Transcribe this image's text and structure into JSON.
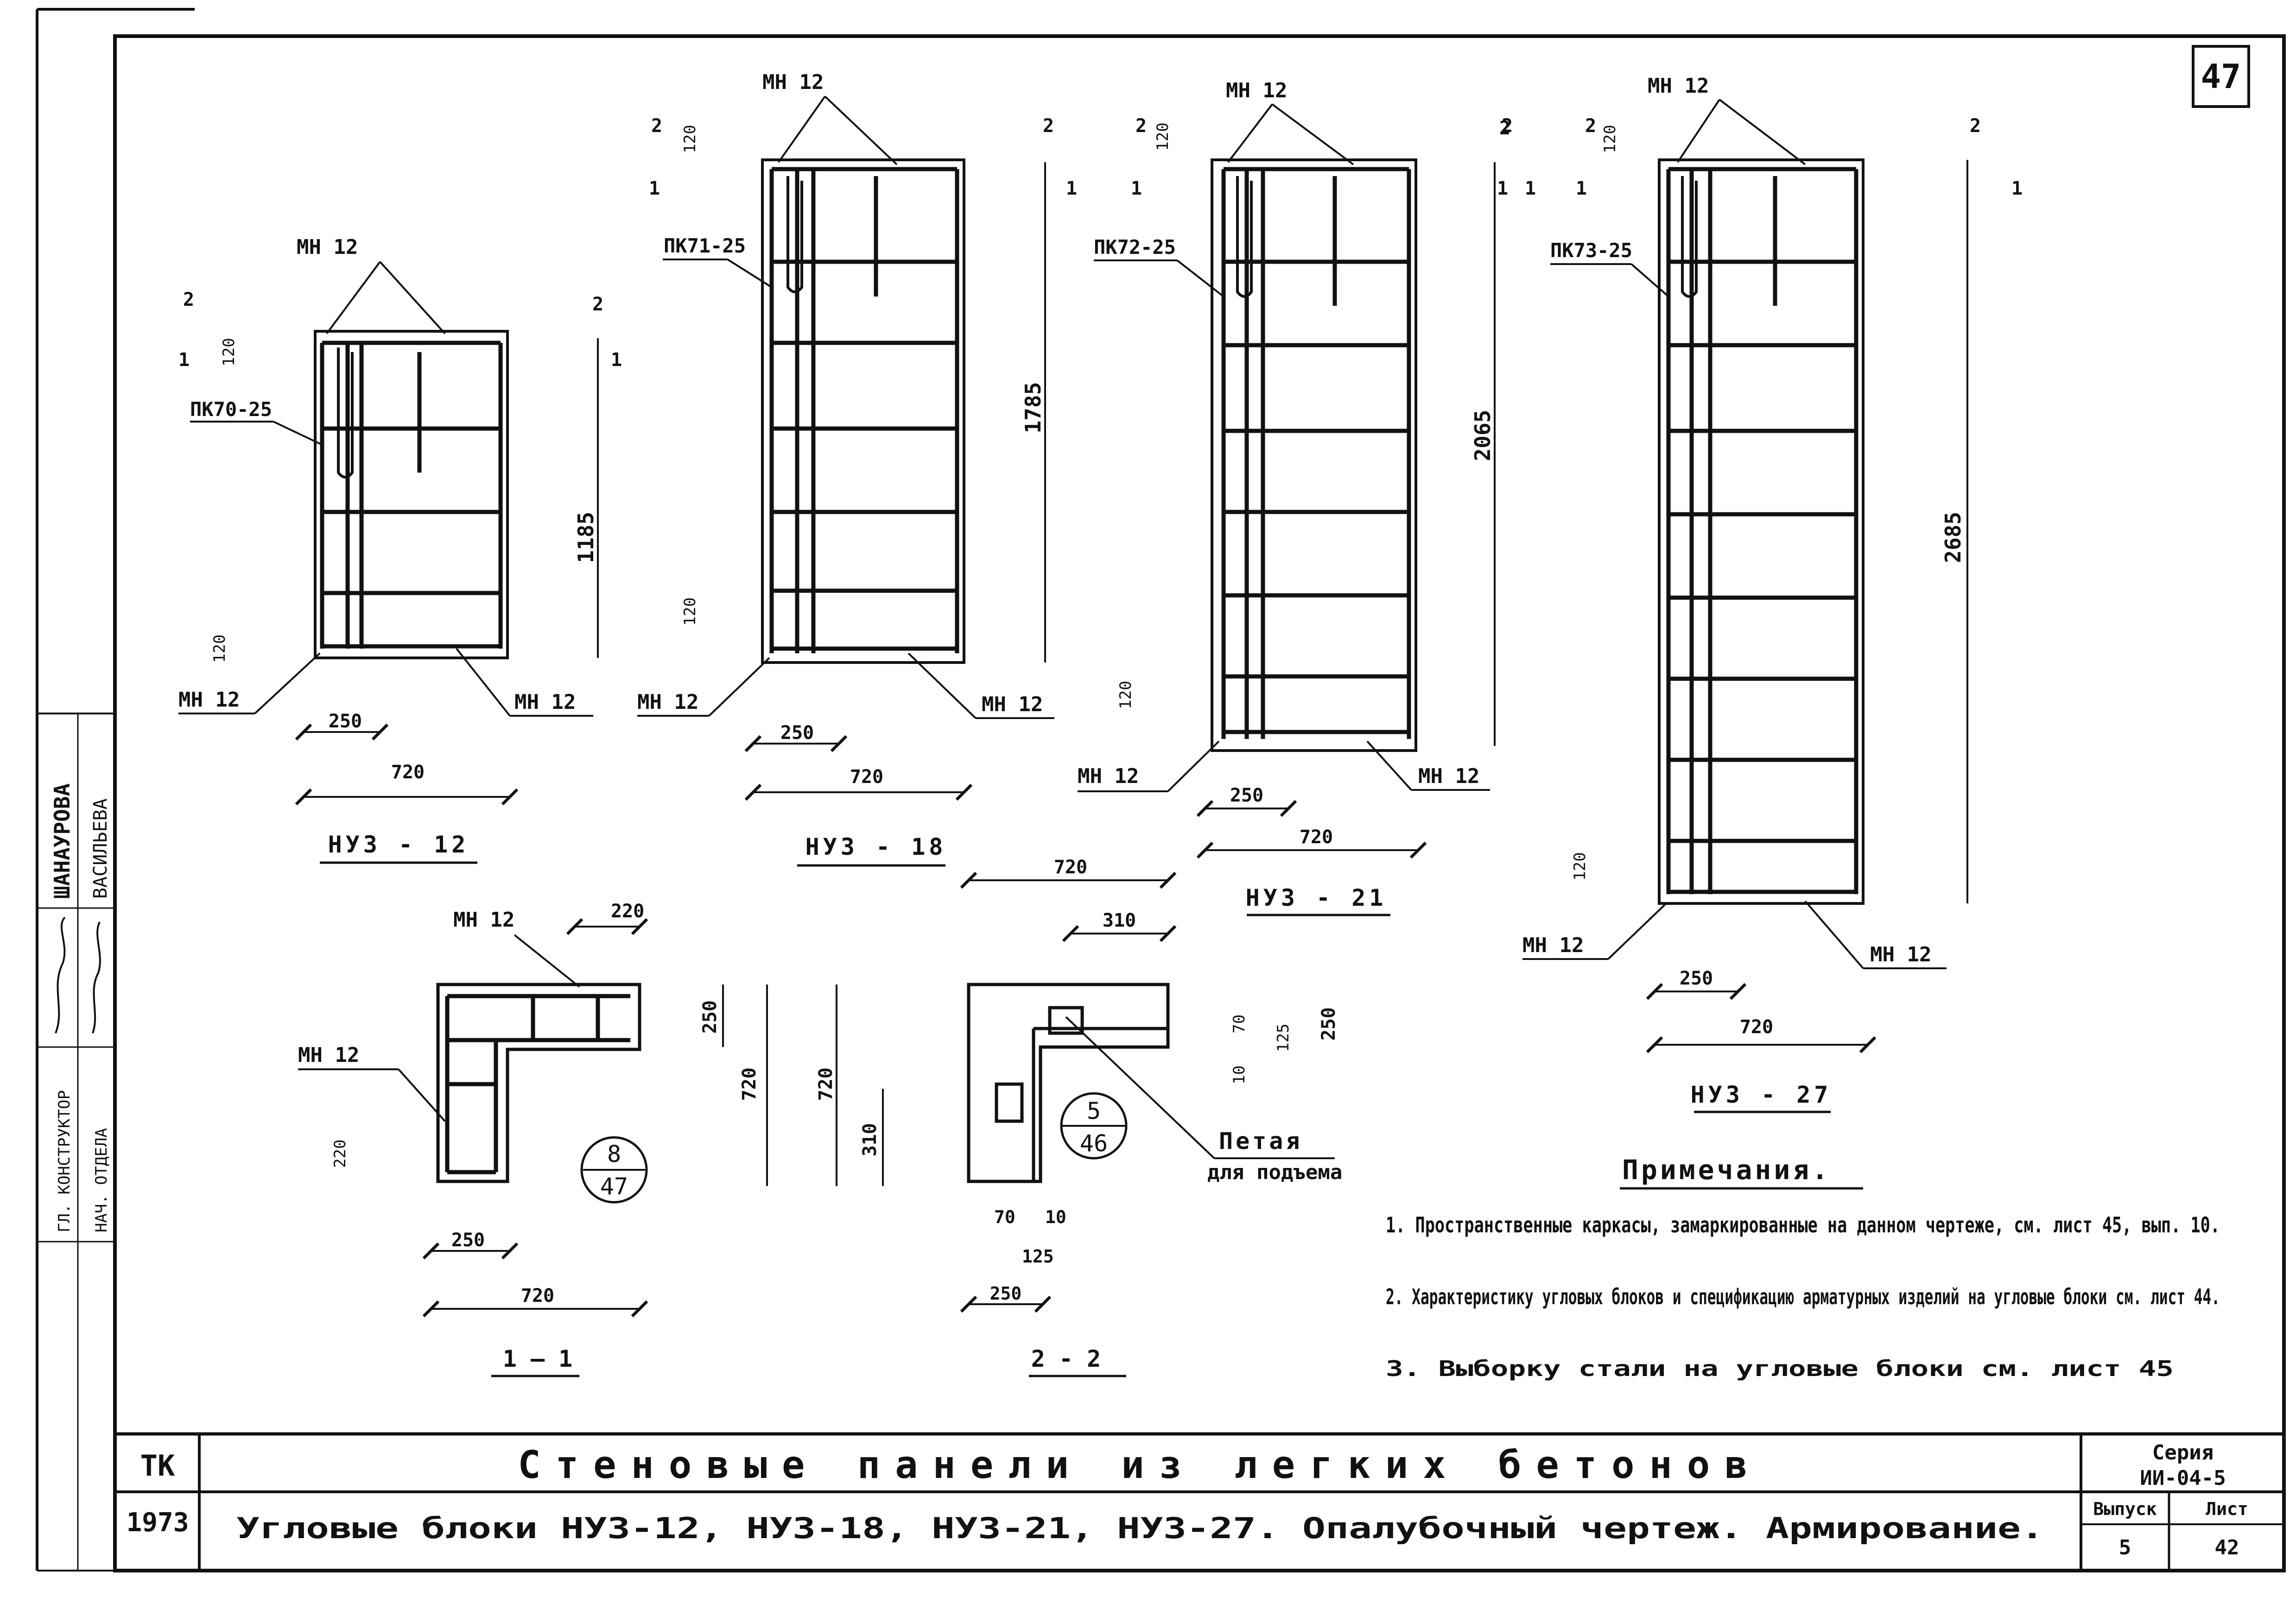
{
  "sheet_number": "47",
  "stamp_names": [
    "ШАНАУРОВА",
    "ВАСИЛЬЕВА"
  ],
  "stamp_roles": [
    "ГЛ. КОНСТРУКТОР",
    "НАЧ. ОТДЕЛА"
  ],
  "blocks": [
    {
      "id": "nu3-12",
      "title": "НУЗ - 12",
      "cage_label": "ПК70-25",
      "mesh_label": "МН 12",
      "height": "1185",
      "dim_top": "120",
      "dim_bottom": "120",
      "dim_inner": "250",
      "dim_total": "720"
    },
    {
      "id": "nu3-18",
      "title": "НУЗ - 18",
      "cage_label": "ПК71-25",
      "mesh_label": "МН 12",
      "height": "1785",
      "dim_top": "120",
      "dim_bottom": "120",
      "dim_inner": "250",
      "dim_total": "720"
    },
    {
      "id": "nu3-21",
      "title": "НУЗ - 21",
      "cage_label": "ПК72-25",
      "mesh_label": "МН 12",
      "height": "2065",
      "dim_top": "120",
      "dim_bottom": "120",
      "dim_inner": "250",
      "dim_total": "720"
    },
    {
      "id": "nu3-27",
      "title": "НУЗ - 27",
      "cage_label": "ПК73-25",
      "mesh_label": "МН 12",
      "height": "2685",
      "dim_top": "120",
      "dim_bottom": "120",
      "dim_inner": "250",
      "dim_total": "720"
    }
  ],
  "section_marks": {
    "two": "2",
    "one": "1"
  },
  "section_1": {
    "title": "1 — 1",
    "mesh_label": "МН 12",
    "dim_top": "220",
    "dim_left": "220",
    "dim_inner": "250",
    "dim_total": "720",
    "callout_top": "8",
    "callout_bottom": "47"
  },
  "section_2": {
    "title": "2 - 2",
    "dim_total": "720",
    "dim_part": "310",
    "dim_h_left": "720",
    "dim_h_left_part": "310",
    "dim_h_right": "720",
    "dim_h_right_part": "250",
    "dim_bottom_a": "70",
    "dim_bottom_b": "10",
    "dim_bottom_c": "125",
    "dim_bottom_total": "250",
    "dim_side_10": "10",
    "dim_side_70": "70",
    "dim_side_125": "125",
    "dim_side_250": "250",
    "callout_top": "5",
    "callout_bottom": "46",
    "loop_label_1": "Петая",
    "loop_label_2": "для подъема"
  },
  "notes": {
    "title": "Примечания.",
    "items": [
      "1. Пространственные каркасы, замаркированные на данном чертеже, см. лист 45, вып. 10.",
      "2. Характеристику угловых блоков и спецификацию арматурных изделий на угловые блоки см. лист 44.",
      "3. Выборку стали на угловые блоки см. лист 45"
    ]
  },
  "title_block": {
    "org": "ТК",
    "year": "1973",
    "title": "Стеновые панели из легких бетонов",
    "subtitle": "Угловые блоки НУ3-12, НУ3-18, НУ3-21, НУ3-27. Опалубочный чертеж. Армирование.",
    "series_label": "Серия",
    "series_value": "ИИ-04-5",
    "issue_label": "Выпуск",
    "issue_value": "5",
    "sheet_label": "Лист",
    "sheet_value": "42"
  }
}
